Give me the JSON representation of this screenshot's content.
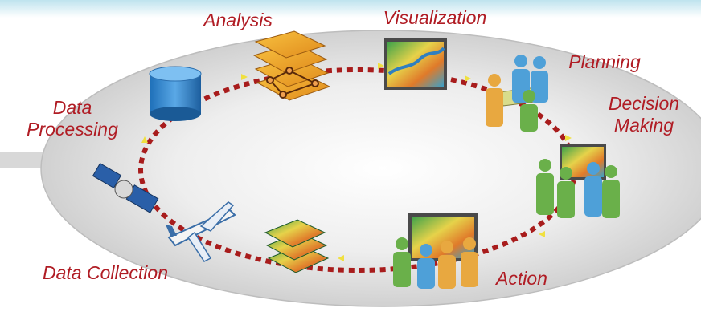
{
  "diagram": {
    "label_color": "#b01c24",
    "path_color": "#a81c1c",
    "arrow_color": "#f0e040",
    "stages": [
      {
        "id": "data-collection",
        "lines": [
          "Data Collection"
        ],
        "icon": "airplane-icon"
      },
      {
        "id": "data-processing",
        "lines": [
          "Data",
          "Processing"
        ],
        "icon": "database-icon"
      },
      {
        "id": "analysis",
        "lines": [
          "Analysis"
        ],
        "icon": "layer-analysis-icon"
      },
      {
        "id": "visualization",
        "lines": [
          "Visualization"
        ],
        "icon": "map-icon"
      },
      {
        "id": "planning",
        "lines": [
          "Planning"
        ],
        "icon": "planning-people-icon"
      },
      {
        "id": "decision-making",
        "lines": [
          "Decision",
          "Making"
        ],
        "icon": "presentation-people-icon"
      },
      {
        "id": "action",
        "lines": [
          "Action"
        ],
        "icon": "team-map-icon"
      }
    ],
    "extra_icons": [
      "satellite-icon",
      "map-layers-icon"
    ]
  }
}
